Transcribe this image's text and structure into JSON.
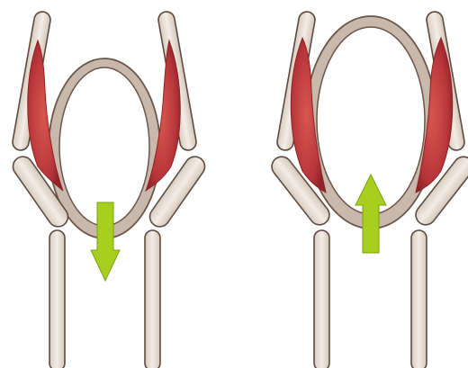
{
  "colors": {
    "bone_fill": "#ece4da",
    "bone_stroke": "#5e4a3e",
    "ring_fill": "#c9b9ad",
    "ring_stroke": "#6b5549",
    "muscle_fill": "#c0403e",
    "muscle_dark": "#8f2226",
    "arrow_fill": "#a7cf1e",
    "arrow_stroke": "#7ea10f",
    "background": "#ffffff"
  },
  "panels": [
    {
      "id": "contracted",
      "arrow_direction": "down"
    },
    {
      "id": "relaxed",
      "arrow_direction": "up"
    }
  ]
}
